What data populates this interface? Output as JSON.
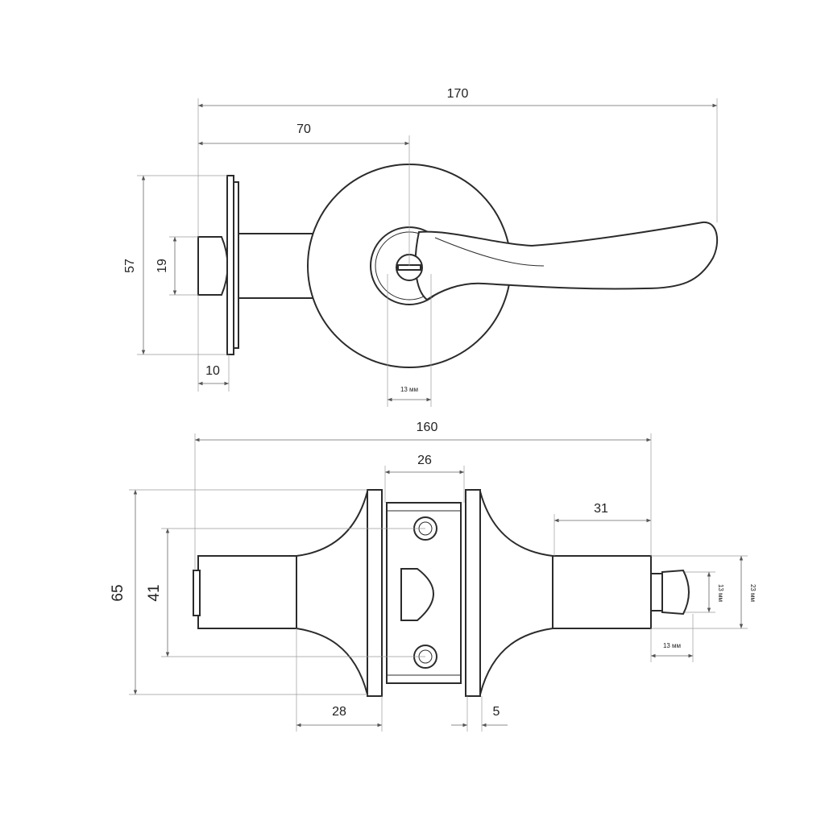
{
  "dimensions": {
    "top_view": {
      "overall_length": "170",
      "backset": "70",
      "rose_height": "57",
      "latch_face_height": "19",
      "latch_projection": "10",
      "cylinder_width": "13 мм"
    },
    "bottom_view": {
      "overall_length": "160",
      "latch_housing_width": "26",
      "spindle_length": "31",
      "overall_height": "65",
      "inner_height": "41",
      "neck_length": "28",
      "plate_thickness": "5",
      "thumbturn_height": "13 мм",
      "thumbturn_overall": "23 мм",
      "thumbturn_length": "13 мм"
    }
  },
  "colors": {
    "line": "#2b2b2b",
    "dimension": "#666666",
    "background": "#ffffff"
  }
}
